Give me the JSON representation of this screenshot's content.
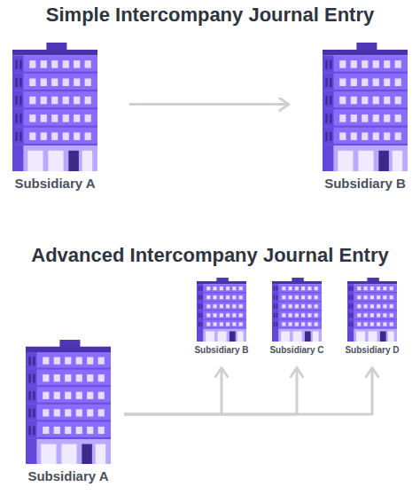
{
  "diagram": {
    "title": "Simple Intercompany Journal Entry",
    "nodes": [
      {
        "text": [
          "Subsidiary A"
        ]
      },
      {
        "text": [
          "Subsidiary B"
        ]
      },
      {
        "text": [
          "Subsidiary A"
        ]
      },
      {
        "text": [
          "Subsidiary B"
        ]
      },
      {
        "text": [
          "Subsidiary C"
        ]
      },
      {
        "text": [
          "Subsidiary D"
        ]
      }
    ],
    "edges": [
      {
        "from": 0,
        "to": 1,
        "arrow": "to"
      },
      {
        "from": 2,
        "to": 3,
        "arrow": "to"
      },
      {
        "from": 2,
        "to": 4,
        "arrow": "to"
      },
      {
        "from": 2,
        "to": 5,
        "arrow": "to"
      }
    ],
    "labels": [
      "Advanced Intercompany Journal Entry"
    ]
  }
}
